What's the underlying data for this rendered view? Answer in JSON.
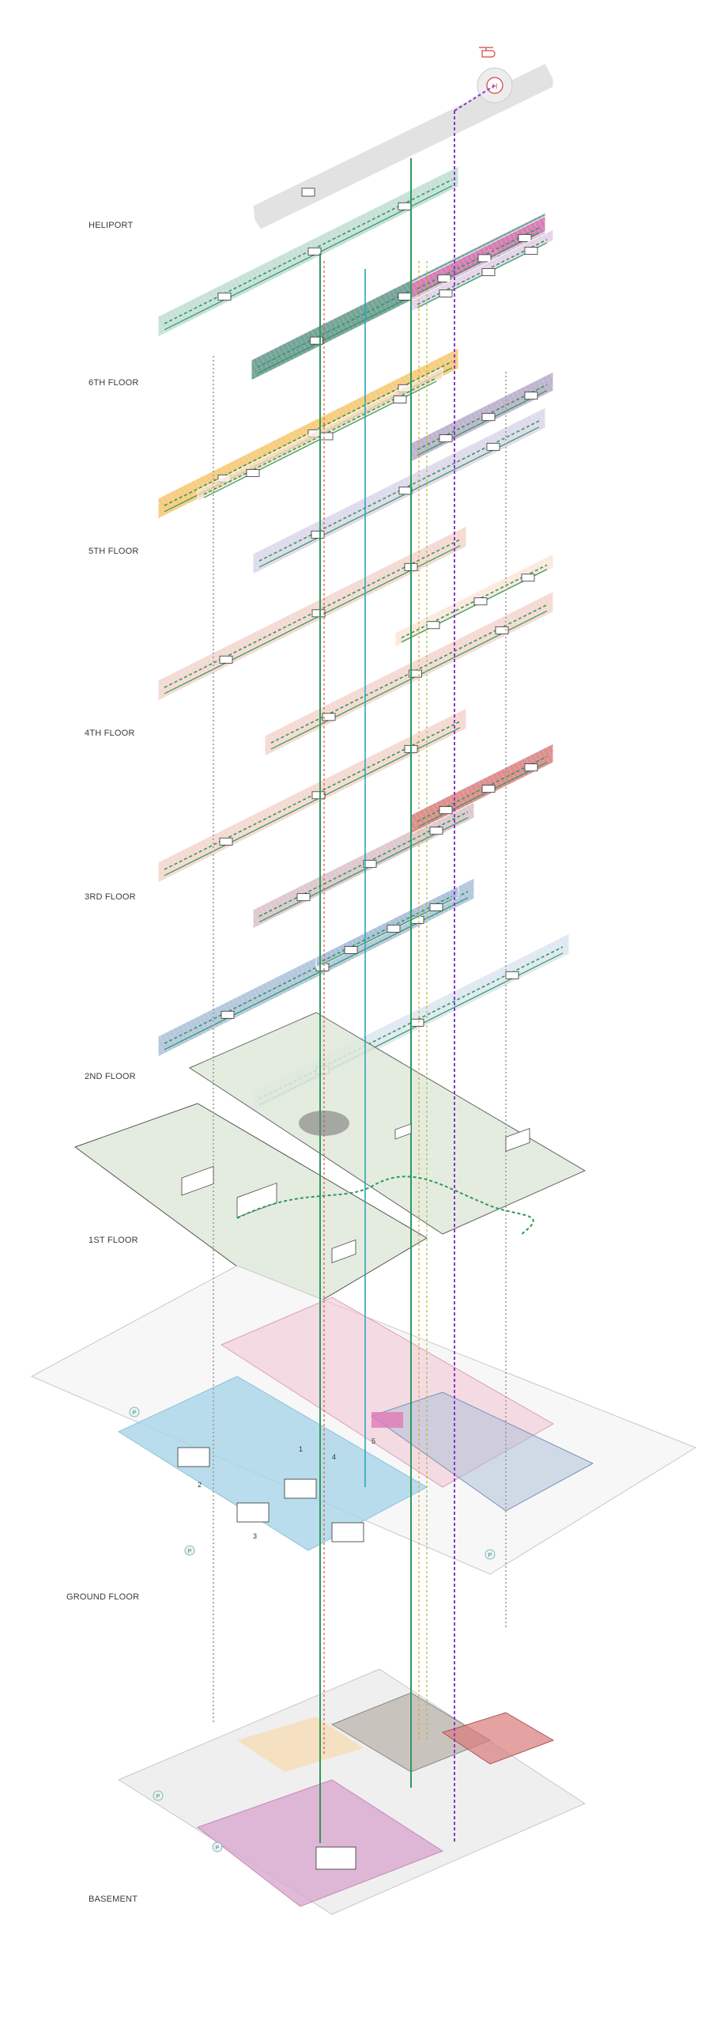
{
  "floors": [
    {
      "id": "heliport",
      "label": "HELIPORT"
    },
    {
      "id": "f6",
      "label": "6TH FLOOR"
    },
    {
      "id": "f5",
      "label": "5TH FLOOR"
    },
    {
      "id": "f4",
      "label": "4TH FLOOR"
    },
    {
      "id": "f3",
      "label": "3RD FLOOR"
    },
    {
      "id": "f2",
      "label": "2ND FLOOR"
    },
    {
      "id": "f1",
      "label": "1ST FLOOR"
    },
    {
      "id": "ground",
      "label": "GROUND FLOOR"
    },
    {
      "id": "basement",
      "label": "BASEMENT"
    }
  ],
  "markers": [
    "1",
    "2",
    "3",
    "4",
    "5"
  ],
  "parking_symbol": "P",
  "helipad_symbol": "H",
  "colors": {
    "heliport": "#e2e2e2",
    "mint": "#b9d9d0",
    "teal_dark": "#6f9f93",
    "pink": "#e07bb8",
    "lavender": "#e6cde9",
    "orange": "#f6c46a",
    "peach": "#f9dfcf",
    "mauve": "#b8adca",
    "lilac": "#dcd6ea",
    "salmon": "#f3d1c8",
    "red": "#d97b7b",
    "rose": "#dcc3c9",
    "blue": "#a9bed8",
    "blue_light": "#dde5f1",
    "park": "#dfe9d9",
    "park_line": "#555555",
    "ground_blue": "#a8d5e8",
    "ground_pink": "#f1c6d6",
    "basement_mauve": "#d9a7cf",
    "core_green": "#2e9a5c",
    "core_cyan": "#2aa6b8",
    "path_purple": "#8f34c8",
    "dotted_grey": "#9a9a9a",
    "helicopter": "#d94040"
  }
}
